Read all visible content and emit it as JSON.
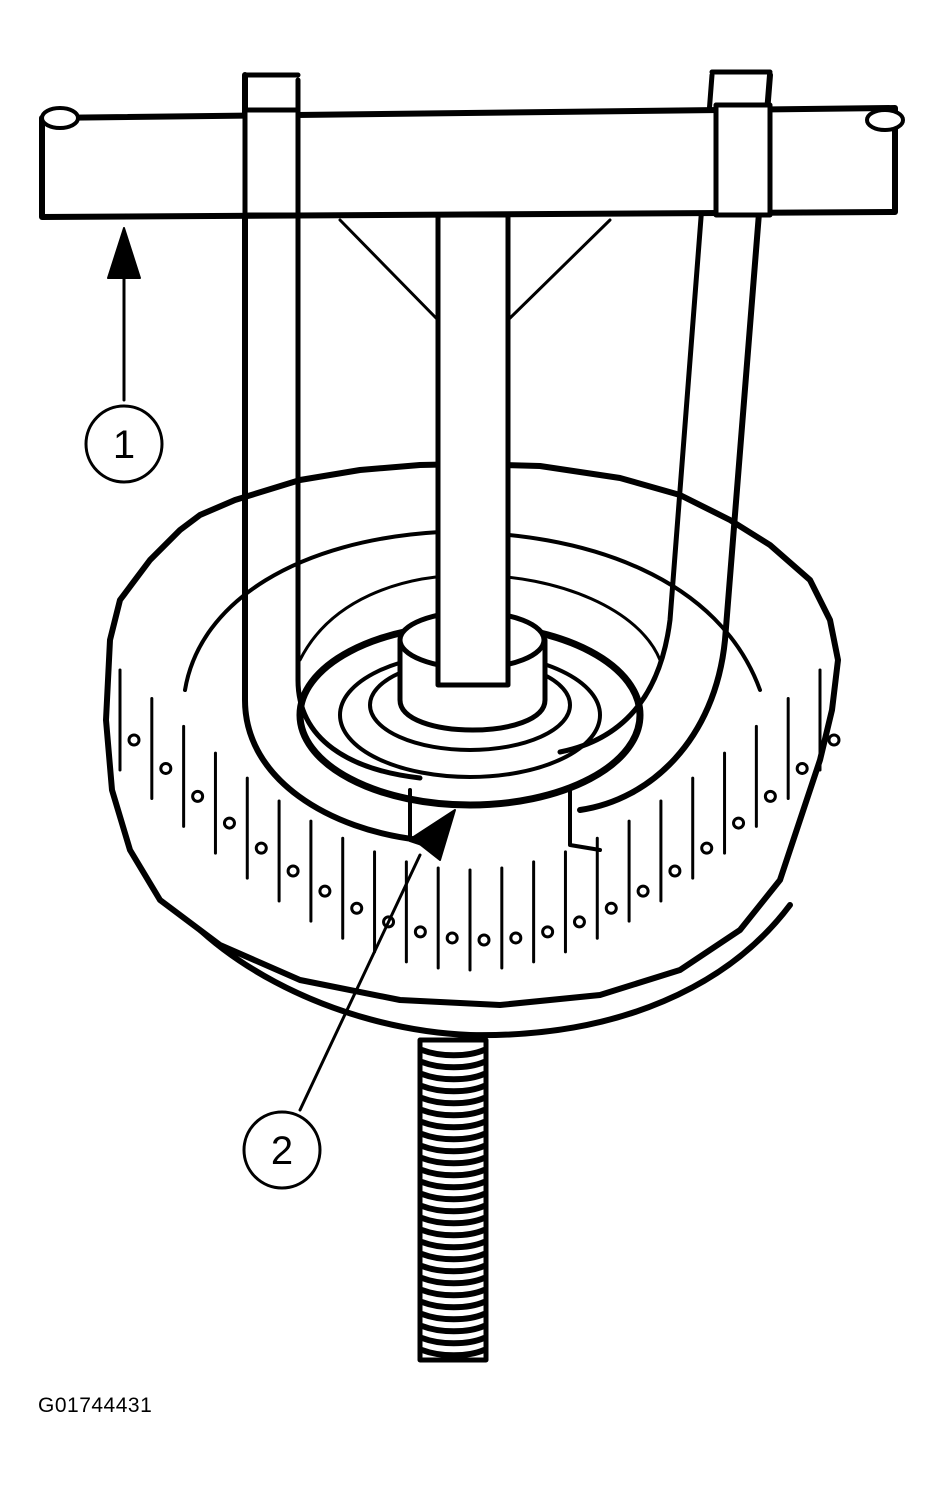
{
  "callouts": [
    {
      "id": "1",
      "label": "1"
    },
    {
      "id": "2",
      "label": "2"
    }
  ],
  "figure_id": "G01744431",
  "colors": {
    "ink": "#000000",
    "paper": "#ffffff"
  }
}
